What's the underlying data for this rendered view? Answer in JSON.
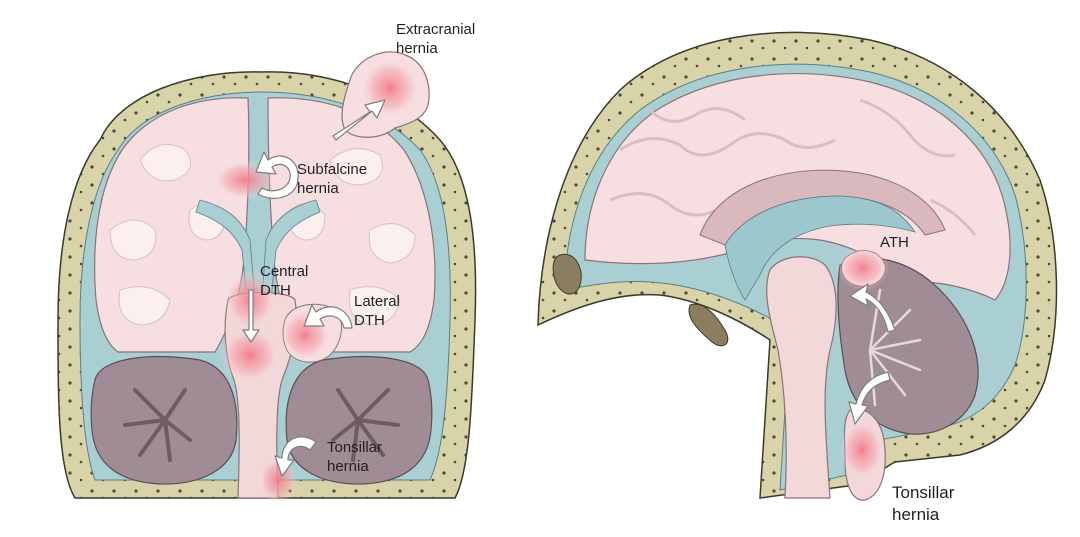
{
  "labels": {
    "coronal": {
      "extracranial": [
        "Extracranial",
        "hernia"
      ],
      "subfalcine": [
        "Subfalcine",
        "hernia"
      ],
      "central": [
        "Central",
        "DTH"
      ],
      "lateral": [
        "Lateral",
        "DTH"
      ],
      "tonsillar": [
        "Tonsillar",
        "hernia"
      ]
    },
    "sagittal": {
      "ath": "ATH",
      "tonsillar": [
        "Tonsillar",
        "hernia"
      ]
    }
  },
  "colors": {
    "skull": "#d8d3a8",
    "skull_outline": "#3a3a2a",
    "csf": "#a9cfd3",
    "brain": "#f7dfe1",
    "gyri": "#fbeff0",
    "cerebellum": "#a08c95",
    "brainstem": "#f3d8da",
    "herniation": "#f28e98",
    "text": "#231f20"
  }
}
